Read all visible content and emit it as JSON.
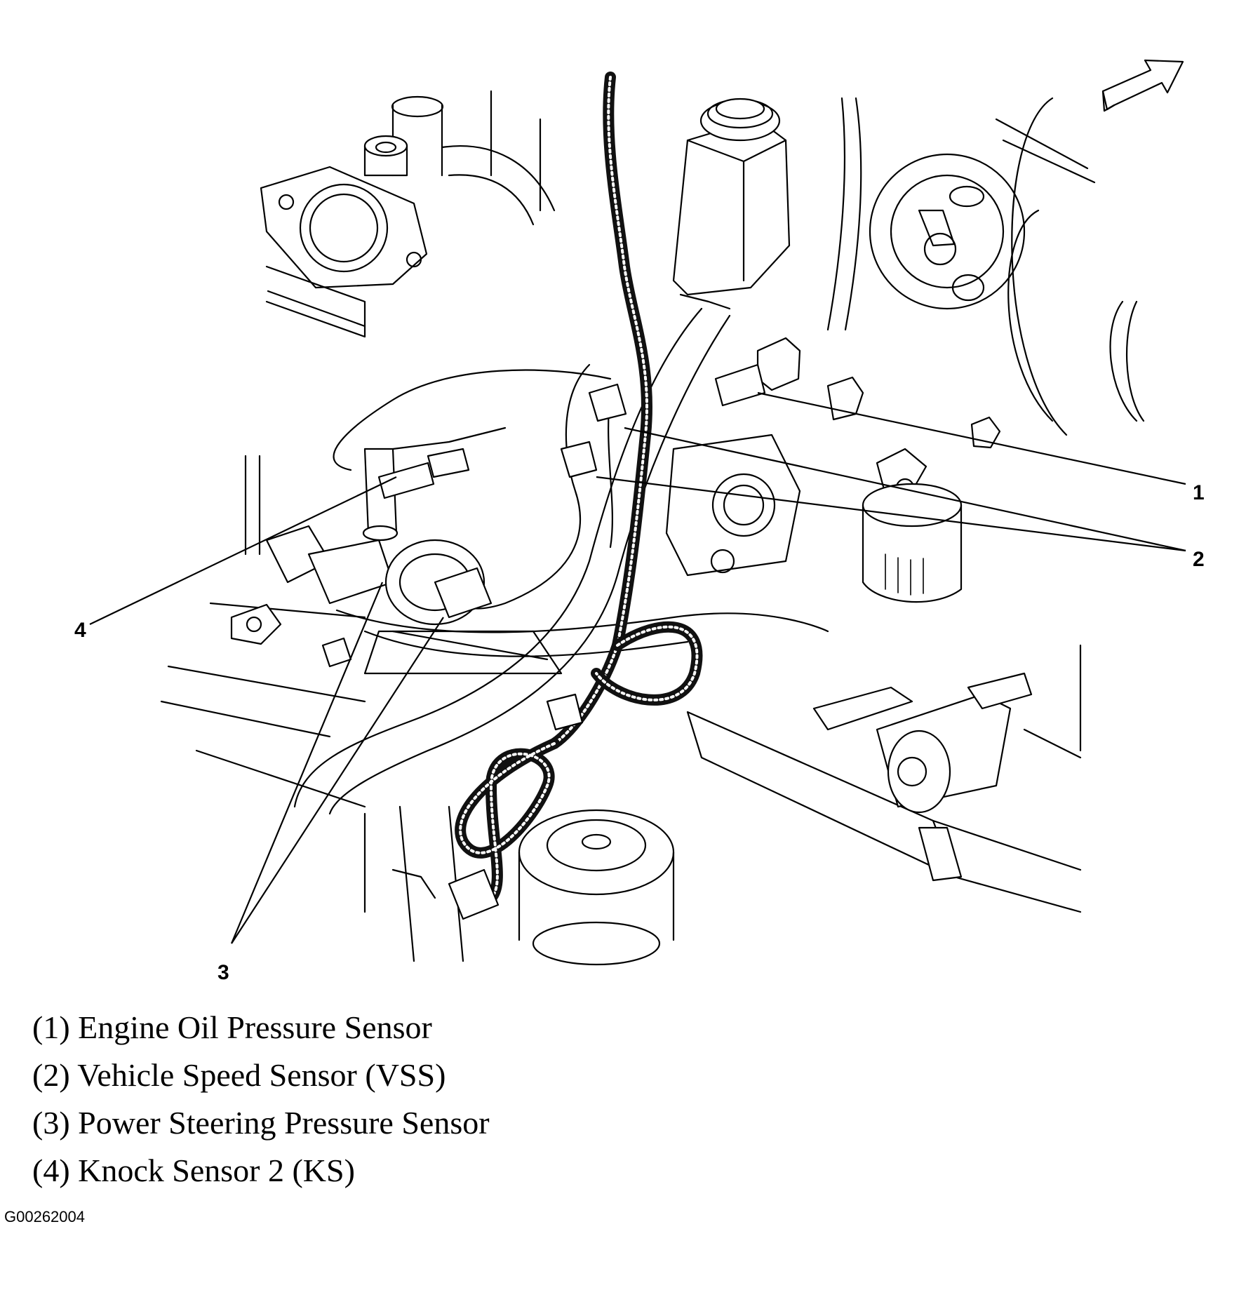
{
  "callouts": {
    "c1": "1",
    "c2": "2",
    "c3": "3",
    "c4": "4"
  },
  "legend": [
    "(1) Engine Oil Pressure Sensor",
    "(2) Vehicle Speed Sensor (VSS)",
    "(3) Power Steering Pressure Sensor",
    "(4) Knock Sensor 2 (KS)"
  ],
  "figure_id": "G00262004",
  "icons": {
    "orientation_arrow": "forward-arrow-icon"
  }
}
